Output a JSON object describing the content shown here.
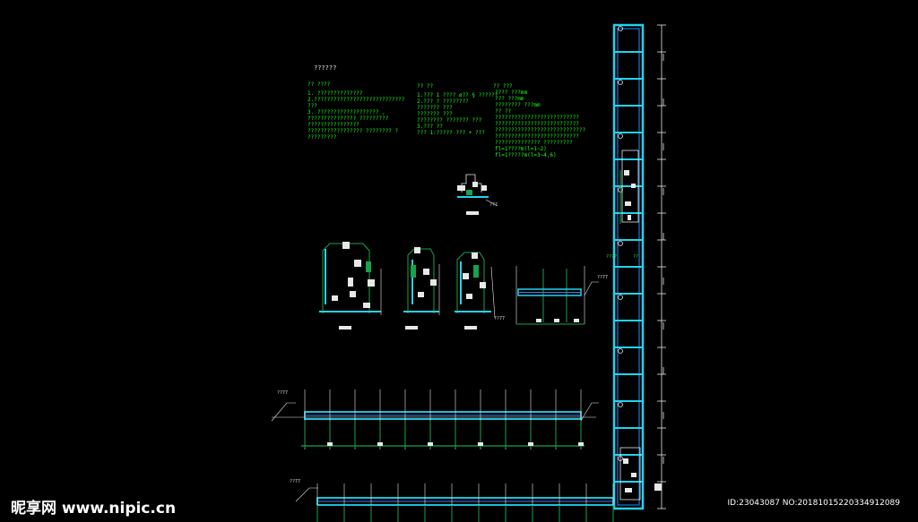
{
  "title": "??????",
  "notes": {
    "col1_heading": "?? ????",
    "col1_lines": [
      "1.    ??????????????",
      "2.????????????????????????????",
      "      ???",
      "3. ???????????????????        ,",
      "       ???????????????    ?????????",
      "    ????????????????",
      "       ?????????????????   ????????  ?",
      "    ?????????"
    ],
    "col2_heading": "?? ??",
    "col2_lines": [
      "1.??? 1 ???? ø?? § ??????",
      "2.???  ? ????????",
      "   ???????   ???",
      "   ???????   ???",
      "   ????????     ???????   ???",
      "3.???  ??",
      "   ??? 1:????? ??? + ???"
    ],
    "col3_heading": "?? ???",
    "col3_lines": [
      "     ????      ???mm",
      "     ???       ???mm",
      "     ????????  ???mm",
      "?? ??",
      "  ??????????????????????????",
      "  ??????????????????????????",
      "  ????????????????????????????",
      "  ??????????????????????????",
      "  ??????????????      ?????????",
      "  fl=1????m(l=1~2)",
      "  fl=1?????m(l=3~4,6)"
    ]
  },
  "labels": {
    "small_detail_tag": "???",
    "section_tag_a": "??77",
    "section_tag_b": "??77",
    "elev_tag_left": "??77",
    "elev_tag_bottom": "??77",
    "side_text_1": "????",
    "side_text_2": "??"
  },
  "watermark": {
    "logo_text": "昵享网 www.nipic.cn",
    "id_text": "ID:23043087 NO:20181015220334912089"
  },
  "colors": {
    "background": "#000000",
    "annotation_text": "#1aff1a",
    "structure_cyan": "#22d3ee",
    "outline_white": "#e8e8e8",
    "steel_blue": "#3b82f6"
  }
}
